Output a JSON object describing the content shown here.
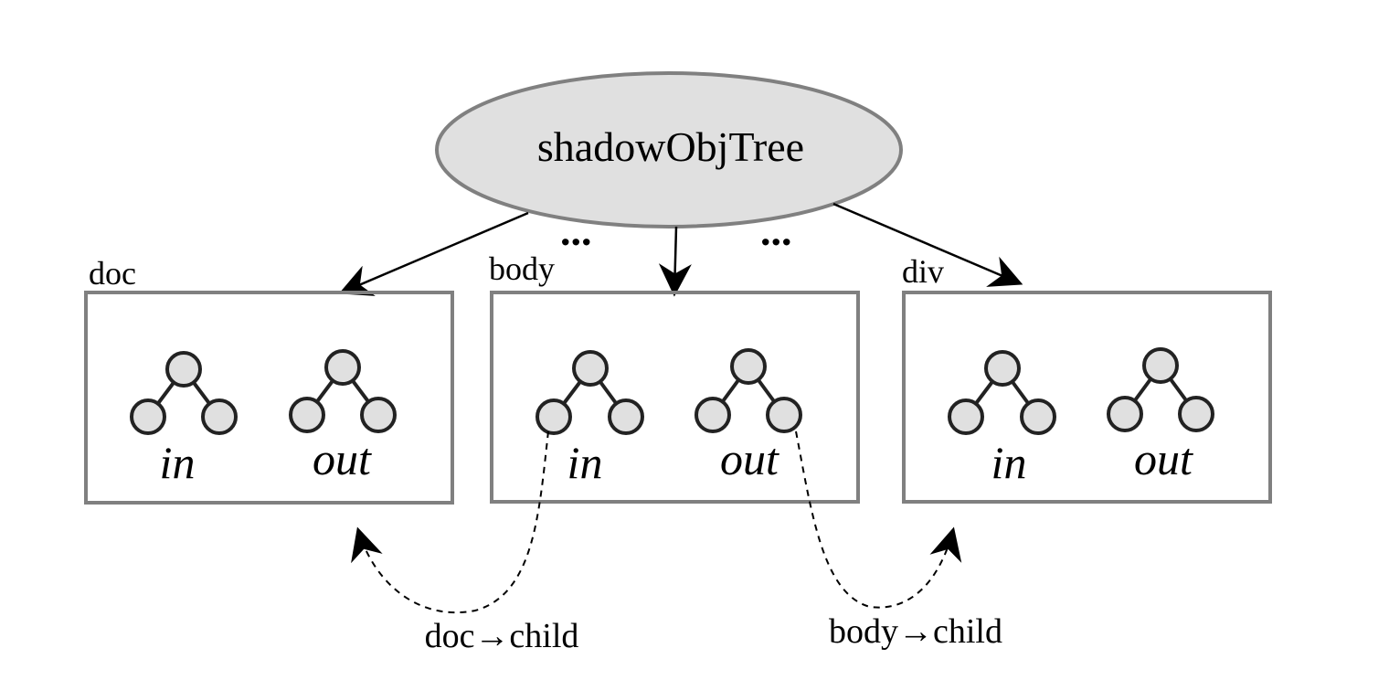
{
  "root": {
    "label": "shadowObjTree",
    "fill": "#e0e0e0",
    "stroke": "#808080"
  },
  "ellipsis": [
    "...",
    "..."
  ],
  "boxes": [
    {
      "label": "doc",
      "trees": [
        "in",
        "out"
      ]
    },
    {
      "label": "body",
      "trees": [
        "in",
        "out"
      ]
    },
    {
      "label": "div",
      "trees": [
        "in",
        "out"
      ]
    }
  ],
  "links": [
    {
      "label": "doc→child"
    },
    {
      "label": "body→child"
    }
  ],
  "colors": {
    "node_fill": "#e0e0e0",
    "box_stroke": "#808080",
    "tree_stroke": "#222222"
  }
}
